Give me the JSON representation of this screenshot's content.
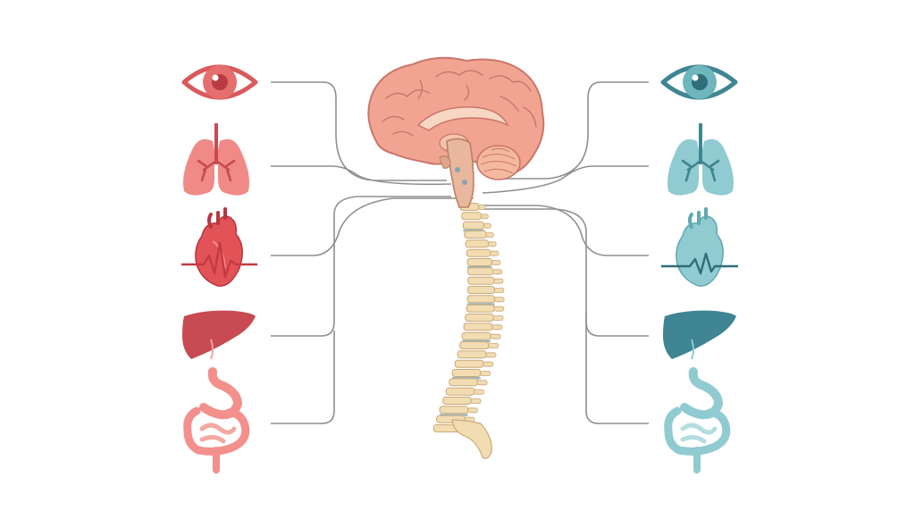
{
  "colors": {
    "background": "#ffffff",
    "sympathetic_dark": "#c8474d",
    "sympathetic_mid": "#e0666a",
    "sympathetic_light": "#f19a92",
    "parasympathetic_dark": "#3f8593",
    "parasympathetic_mid": "#5ea9b2",
    "parasympathetic_light": "#8fcbd0",
    "brain": "#f0a491",
    "brain_outline": "#c9766a",
    "spine": "#f2dcb2",
    "spine_outline": "#caa878",
    "disc": "#9fb9c3",
    "nerve_line": "#8a8a8a"
  },
  "center": {
    "items": [
      "brain-icon",
      "brainstem-icon",
      "spinal-column-icon"
    ]
  },
  "left_organs": [
    {
      "name": "eye",
      "icon": "eye-icon"
    },
    {
      "name": "lungs",
      "icon": "lungs-icon"
    },
    {
      "name": "heart",
      "icon": "heart-icon"
    },
    {
      "name": "liver",
      "icon": "liver-icon"
    },
    {
      "name": "digestive",
      "icon": "digestive-tract-icon"
    }
  ],
  "right_organs": [
    {
      "name": "eye",
      "icon": "eye-icon"
    },
    {
      "name": "lungs",
      "icon": "lungs-icon"
    },
    {
      "name": "heart",
      "icon": "heart-icon"
    },
    {
      "name": "liver",
      "icon": "liver-icon"
    },
    {
      "name": "digestive",
      "icon": "digestive-tract-icon"
    }
  ]
}
